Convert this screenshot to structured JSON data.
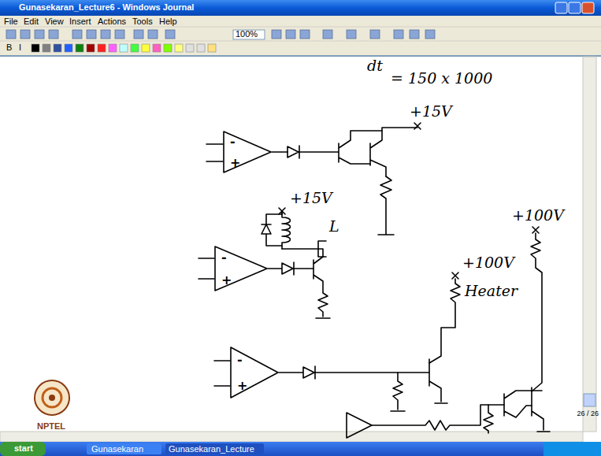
{
  "diagram": {
    "nodes": [
      {
        "text": [
          "-",
          "+"
        ]
      },
      {
        "text": [
          "-",
          "+"
        ]
      },
      {
        "text": [
          "-",
          "+"
        ]
      }
    ],
    "labels": [
      "Gunasekaran_Lecture6 - Windows Journal",
      "File",
      "Edit",
      "View",
      "Insert",
      "Actions",
      "Tools",
      "Help",
      "100%",
      "B",
      "I",
      "dt",
      "= 150 x 1000",
      "+15V",
      "+15V",
      "L",
      "+100V",
      "Heater",
      "+100V",
      "26 / 26",
      "NPTEL",
      "start",
      "Gunasekaran",
      "Gunasekaran_Lecture"
    ]
  }
}
